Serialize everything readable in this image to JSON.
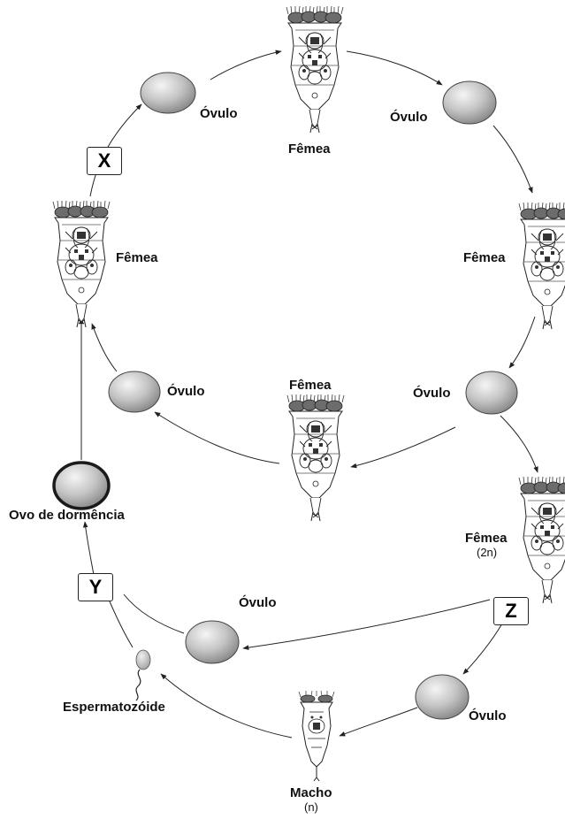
{
  "labels": {
    "ovulo": "Óvulo",
    "femea": "Fêmea",
    "femea_2n_ploidy": "(2n)",
    "macho": "Macho",
    "macho_ploidy": "(n)",
    "ovo_dormencia": "Ovo de dormência",
    "espermatozoide": "Espermatozóide"
  },
  "boxes": {
    "x": "X",
    "y": "Y",
    "z": "Z"
  },
  "colors": {
    "egg_light": "#f2f2f2",
    "egg_dark": "#8a8a8a",
    "outline": "#444444",
    "arrow": "#222222"
  }
}
